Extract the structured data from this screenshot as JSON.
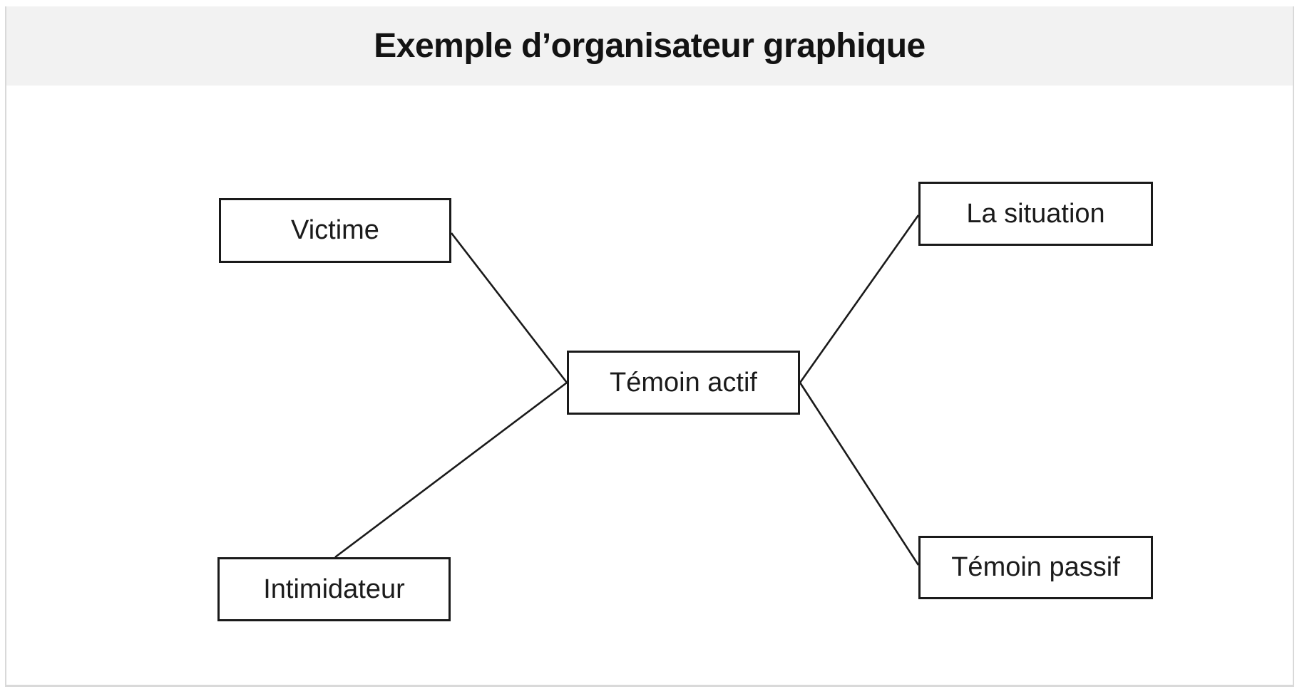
{
  "header": {
    "title": "Exemple d’organisateur graphique"
  },
  "diagram": {
    "nodes": [
      {
        "id": "victime",
        "label": "Victime"
      },
      {
        "id": "la-situation",
        "label": "La situation"
      },
      {
        "id": "temoin-actif",
        "label": "Témoin actif"
      },
      {
        "id": "intimidateur",
        "label": "Intimidateur"
      },
      {
        "id": "temoin-passif",
        "label": "Témoin passif"
      }
    ],
    "edges": [
      {
        "from": "victime",
        "to": "temoin-actif"
      },
      {
        "from": "intimidateur",
        "to": "temoin-actif"
      },
      {
        "from": "temoin-actif",
        "to": "la-situation"
      },
      {
        "from": "temoin-actif",
        "to": "temoin-passif"
      }
    ]
  },
  "colors": {
    "header_bg": "#f2f2f2",
    "panel_border": "#d9d9d9",
    "node_border": "#1a1a1a",
    "connector": "#1a1a1a",
    "text": "#1b1b1b",
    "title_color": "#131313"
  }
}
